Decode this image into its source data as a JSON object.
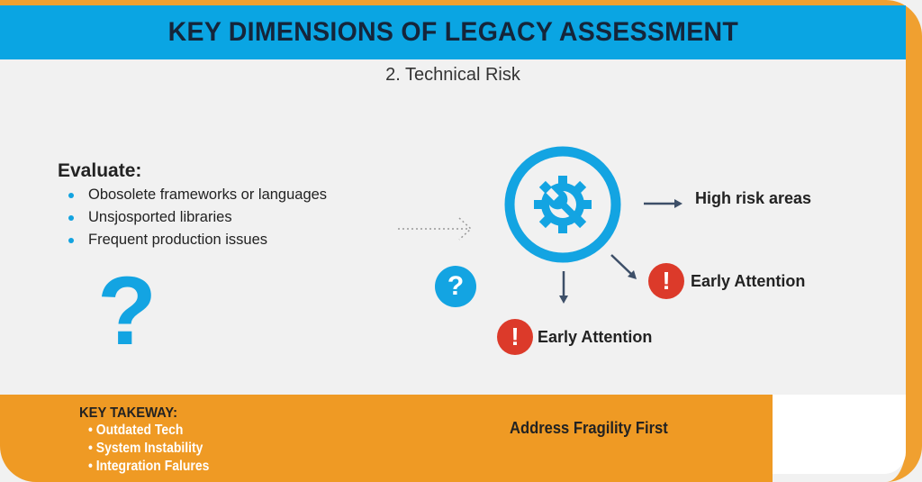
{
  "header": {
    "title": "KEY DIMENSIONS OF LEGACY ASSESSMENT",
    "subtitle": "2. Technical Risk"
  },
  "evaluate": {
    "heading": "Evaluate:",
    "items": [
      "Obosolete frameworks or languages",
      "Unsjosported libraries",
      "Frequent production issues"
    ]
  },
  "icons": {
    "question": "?",
    "warning": "!"
  },
  "diagram": {
    "high_risk": "High risk areas",
    "early_attention_right": "Early Attention",
    "early_attention_bottom": "Early Attention"
  },
  "takeaway": {
    "heading": "KEY TAKEWAY:",
    "items": [
      "Outdated Tech",
      "System Instability",
      "Integration Falures"
    ],
    "message": "Address Fragility First"
  },
  "colors": {
    "blue": "#0aa5e3",
    "orange": "#ef9a24",
    "red": "#dc3a2a",
    "text": "#15253a"
  }
}
